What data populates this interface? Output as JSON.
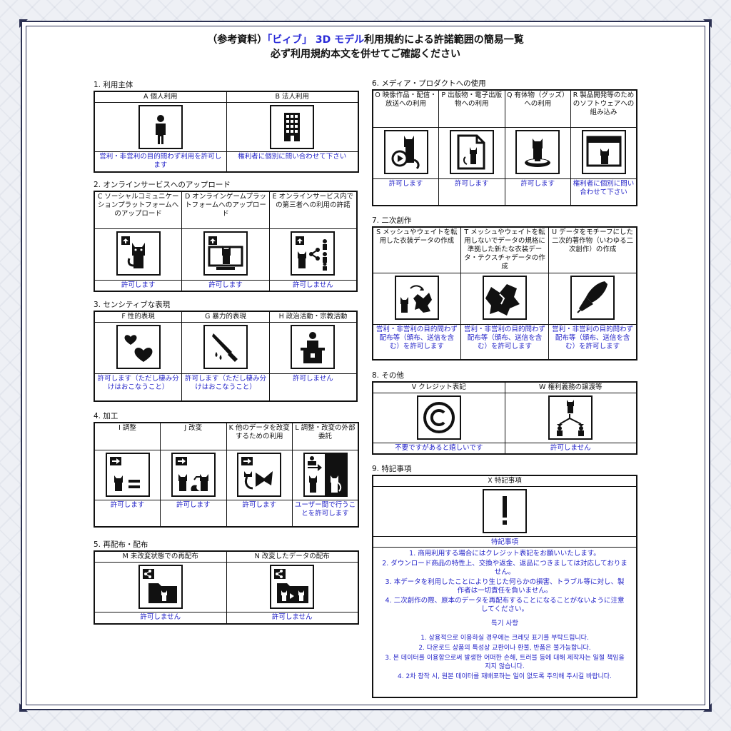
{
  "title": {
    "line1_prefix": "（参考資料）",
    "line1_accent": "「ビィブ」 3D モデル",
    "line1_suffix": "利用規約による許諾範囲の簡易一覧",
    "line2": "必ず利用規約本文を併せてご確認ください"
  },
  "colors": {
    "answer": "#2323c8",
    "accent": "#2a2bd8",
    "frame": "#2c3152"
  },
  "sections": {
    "s1": {
      "heading": "1. 利用主体",
      "items": [
        {
          "label": "A 個人利用",
          "icon": "person-icon",
          "answer": "営利・非営利の目的問わず利用を許可します"
        },
        {
          "label": "B 法人利用",
          "icon": "building-icon",
          "answer": "権利者に個別に問い合わせて下さい"
        }
      ]
    },
    "s2": {
      "heading": "2. オンラインサービスへのアップロード",
      "items": [
        {
          "label": "C ソーシャルコミュニケーションプラットフォームへのアップロード",
          "icon": "upload-social-icon",
          "answer": "許可します"
        },
        {
          "label": "D オンラインゲームプラットフォームへのアップロード",
          "icon": "upload-game-icon",
          "answer": "許可します"
        },
        {
          "label": "E オンラインサービス内での第三者への利用の許諾",
          "icon": "share-users-icon",
          "answer": "許可しません"
        }
      ]
    },
    "s3": {
      "heading": "3. センシティブな表現",
      "items": [
        {
          "label": "F 性的表現",
          "icon": "hearts-icon",
          "answer": "許可します（ただし棲み分けはおこなうこと）"
        },
        {
          "label": "G 暴力的表現",
          "icon": "knife-icon",
          "answer": "許可します（ただし棲み分けはおこなうこと）"
        },
        {
          "label": "H 政治活動・宗教活動",
          "icon": "podium-icon",
          "answer": "許可しません"
        }
      ]
    },
    "s4": {
      "heading": "4. 加工",
      "items": [
        {
          "label": "I 調整",
          "icon": "adjust-icon",
          "answer": "許可します"
        },
        {
          "label": "J 改変",
          "icon": "modify-icon",
          "answer": "許可します"
        },
        {
          "label": "K 他のデータを改変するための利用",
          "icon": "bowtie-icon",
          "answer": "許可します"
        },
        {
          "label": "L 調整・改変の外部委託",
          "icon": "outsource-icon",
          "answer": "ユーザー間で行うことを許可します"
        }
      ]
    },
    "s5": {
      "heading": "5. 再配布・配布",
      "items": [
        {
          "label": "M 未改変状態での再配布",
          "icon": "redistribute-folder-icon",
          "answer": "許可しません"
        },
        {
          "label": "N 改変したデータの配布",
          "icon": "distribute-modified-icon",
          "answer": "許可しません"
        }
      ]
    },
    "s6": {
      "heading": "6. メディア・プロダクトへの使用",
      "items": [
        {
          "label": "O 映像作品・配信・放送への利用",
          "icon": "video-icon",
          "answer": "許可します"
        },
        {
          "label": "P 出版物・電子出版物への利用",
          "icon": "document-icon",
          "answer": "許可します"
        },
        {
          "label": "Q 有体物（グッズ）への利用",
          "icon": "figure-stand-icon",
          "answer": "許可します"
        },
        {
          "label": "R 製品開発等のためのソフトウェアへの組み込み",
          "icon": "window-icon",
          "answer": "権利者に個別に問い合わせて下さい"
        }
      ]
    },
    "s7": {
      "heading": "7. 二次創作",
      "items": [
        {
          "label": "S メッシュやウェイトを転用した衣装データの作成",
          "icon": "cloth-transfer-icon",
          "answer": "営利・非営利の目的問わず配布等（頒布、送信を含む）を許可します"
        },
        {
          "label": "T メッシュやウェイトを転用しないでデータの規格に準拠した新たな衣装データ・テクスチャデータの作成",
          "icon": "cloth-icon",
          "answer": "営利・非営利の目的問わず配布等（頒布、送信を含む）を許可します"
        },
        {
          "label": "U データをモチーフにした二次的著作物（いわゆる二次創作）の作成",
          "icon": "pen-nib-icon",
          "answer": "営利・非営利の目的問わず配布等（頒布、送信を含む）を許可します"
        }
      ]
    },
    "s8": {
      "heading": "8. その他",
      "items": [
        {
          "label": "V クレジット表記",
          "icon": "copyright-icon",
          "answer": "不要ですがあると嬉しいです"
        },
        {
          "label": "W 権利義務の譲渡等",
          "icon": "transfer-icon",
          "answer": "許可しません"
        }
      ]
    },
    "s9": {
      "heading": "9. 特記事項",
      "label": "X 特記事項",
      "icon": "exclamation-icon",
      "answer": "特記事項",
      "notes_ja": [
        "1. 商用利用する場合にはクレジット表記をお願いいたします。",
        "2. ダウンロード商品の特性上、交換や返金、返品につきましては対応しておりません。",
        "3. 本データを利用したことにより生じた何らかの損害、トラブル等に対し、製作者は一切責任を負いません。",
        "4. 二次創作の際、原本のデータを再配布することになることがないように注意してください。"
      ],
      "sub_heading": "특기 사항",
      "notes_ko": [
        "1. 상용적으로 이용하실 경우에는 크레딧 표기를 부탁드립니다.",
        "2. 다운로드 상품의 특성상 교환이나 환불, 반품은 불가능합니다.",
        "3. 본 데이터를 이용함으로써 발생한 어떠한 손해, 트러블 등에 대해 제작자는 일절 책임을 지지 않습니다.",
        "4. 2차 창작 시, 원본 데이터를 재배포하는 일이 없도록 주의해 주시길 바랍니다."
      ]
    }
  }
}
